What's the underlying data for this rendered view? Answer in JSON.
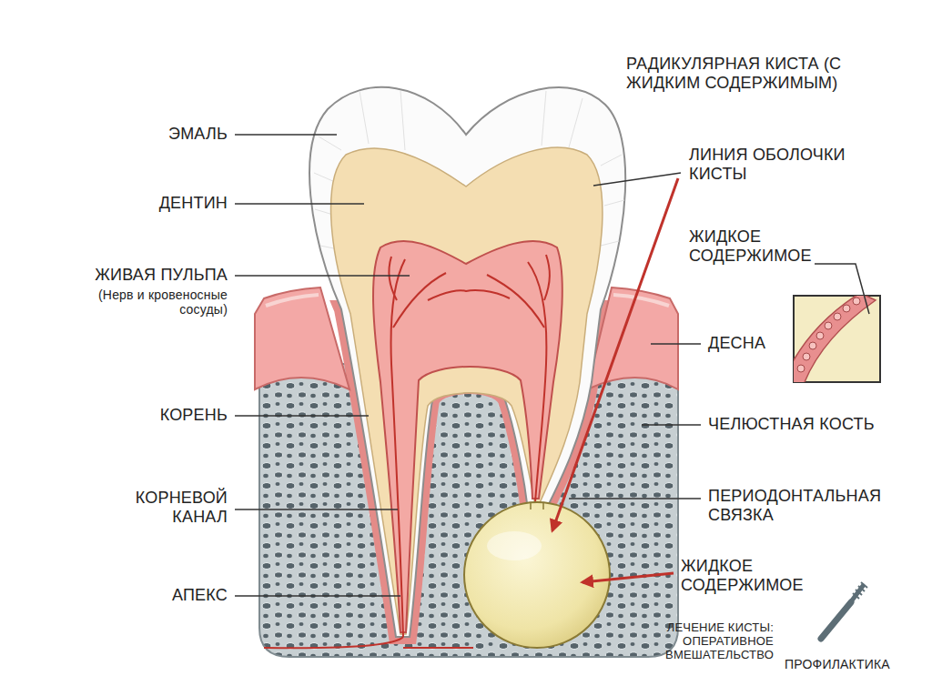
{
  "diagram": {
    "labels": [
      "ЭМАЛЬ",
      "ДЕНТИН",
      "ЖИВАЯ ПУЛЬПА",
      "(Нерв и кровеносные сосуды)",
      "КОРЕНЬ",
      "КОРНЕВОЙ КАНАЛ",
      "АПЕКС",
      "РАДИКУЛЯРНАЯ КИСТА (С ЖИДКИМ СОДЕРЖИМЫМ)",
      "ЛИНИЯ ОБОЛОЧКИ КИСТЫ",
      "ЖИДКОЕ СОДЕРЖИМОЕ",
      "ДЕСНА",
      "ЧЕЛЮСТНАЯ КОСТЬ",
      "ПЕРИОДОНТАЛЬНАЯ СВЯЗКА",
      "ЖИДКОЕ СОДЕРЖИМОЕ",
      "ЛЕЧЕНИЕ КИСТЫ: ОПЕРАТИВНОЕ ВМЕШАТЕЛЬСТВО",
      "ПРОФИЛАКТИКА"
    ]
  }
}
